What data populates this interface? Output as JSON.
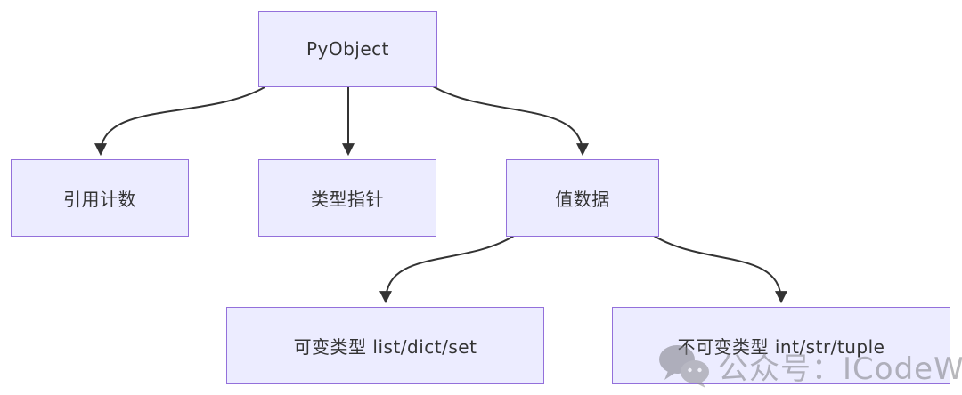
{
  "diagram": {
    "type": "flowchart",
    "nodes": [
      {
        "id": "pyobject",
        "label": "PyObject"
      },
      {
        "id": "refcount",
        "label": "引用计数"
      },
      {
        "id": "typeptr",
        "label": "类型指针"
      },
      {
        "id": "valuedata",
        "label": "值数据"
      },
      {
        "id": "mutable",
        "label": "可变类型 list/dict/set"
      },
      {
        "id": "immutable",
        "label": "不可变类型 int/str/tuple"
      }
    ],
    "edges": [
      {
        "from": "PyObject",
        "to": "引用计数"
      },
      {
        "from": "PyObject",
        "to": "类型指针"
      },
      {
        "from": "PyObject",
        "to": "值数据"
      },
      {
        "from": "值数据",
        "to": "可变类型 list/dict/set"
      },
      {
        "from": "值数据",
        "to": "不可变类型 int/str/tuple"
      }
    ],
    "colors": {
      "node_fill": "#ECECFF",
      "node_border": "#9370DB",
      "edge": "#333333",
      "text": "#333333",
      "background": "#FFFFFF",
      "watermark": "#8C8C92"
    }
  },
  "watermark": {
    "icon": "wechat-icon",
    "text": "公众号：ICodeWR"
  }
}
